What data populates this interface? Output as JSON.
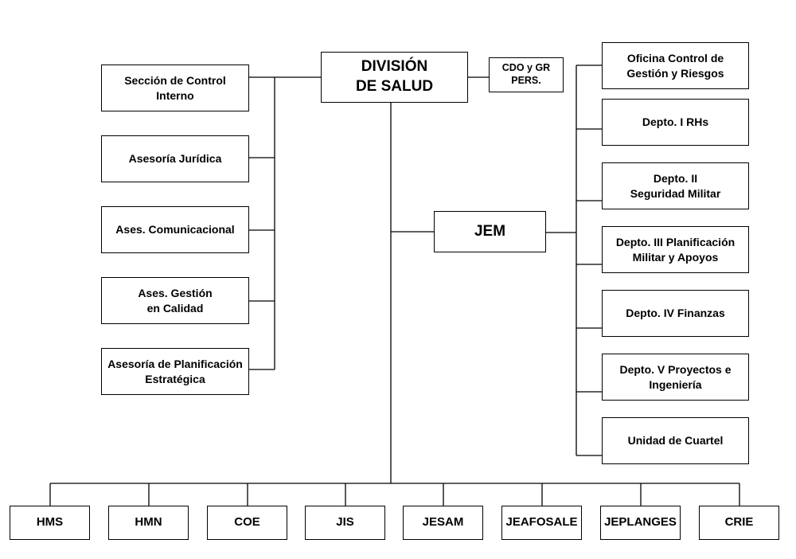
{
  "main": {
    "line1": "DIVISIÓN",
    "line2": "DE SALUD"
  },
  "aide": {
    "line1": "CDO y GR",
    "line2": "PERS."
  },
  "jem": "JEM",
  "left_units": [
    {
      "line1": "Sección de Control",
      "line2": "Interno"
    },
    {
      "line1": "Asesoría Jurídica",
      "line2": ""
    },
    {
      "line1": "Ases. Comunicacional",
      "line2": ""
    },
    {
      "line1": "Ases. Gestión",
      "line2": "en Calidad"
    },
    {
      "line1": "Asesoría de Planificación",
      "line2": "Estratégica"
    }
  ],
  "right_units": [
    {
      "line1": "Oficina Control de",
      "line2": "Gestión y Riesgos"
    },
    {
      "line1": "Depto. I RHs",
      "line2": ""
    },
    {
      "line1": "Depto. II",
      "line2": "Seguridad Militar"
    },
    {
      "line1": "Depto. III  Planificación",
      "line2": "Militar y Apoyos"
    },
    {
      "line1": "Depto. IV Finanzas",
      "line2": ""
    },
    {
      "line1": "Depto. V Proyectos e",
      "line2": "Ingeniería"
    },
    {
      "line1": "Unidad de Cuartel",
      "line2": ""
    }
  ],
  "bottom_units": [
    "HMS",
    "HMN",
    "COE",
    "JIS",
    "JESAM",
    "JEAFOSALE",
    "JEPLANGES",
    "CRIE"
  ]
}
